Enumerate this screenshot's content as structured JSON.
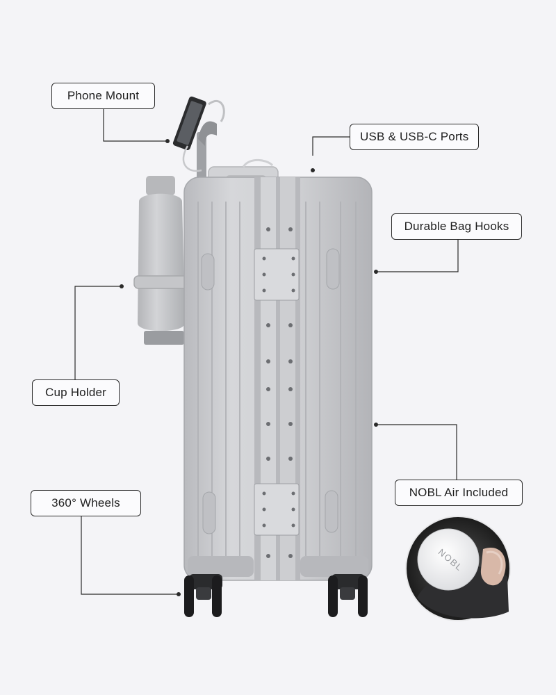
{
  "callouts": {
    "phone_mount": "Phone Mount",
    "usb_ports": "USB & USB-C Ports",
    "bag_hooks": "Durable Bag Hooks",
    "cup_holder": "Cup Holder",
    "nobl_air": "NOBL Air Included",
    "wheels": "360° Wheels"
  },
  "tracker_inset": {
    "logo_text": "NOBL"
  },
  "colors": {
    "background": "#f4f4f7",
    "shell": "#c9cacd",
    "shell_light": "#dcdde0",
    "shell_dark": "#a9abaf",
    "line": "#2a2a2a",
    "wheel": "#1c1c1e"
  }
}
